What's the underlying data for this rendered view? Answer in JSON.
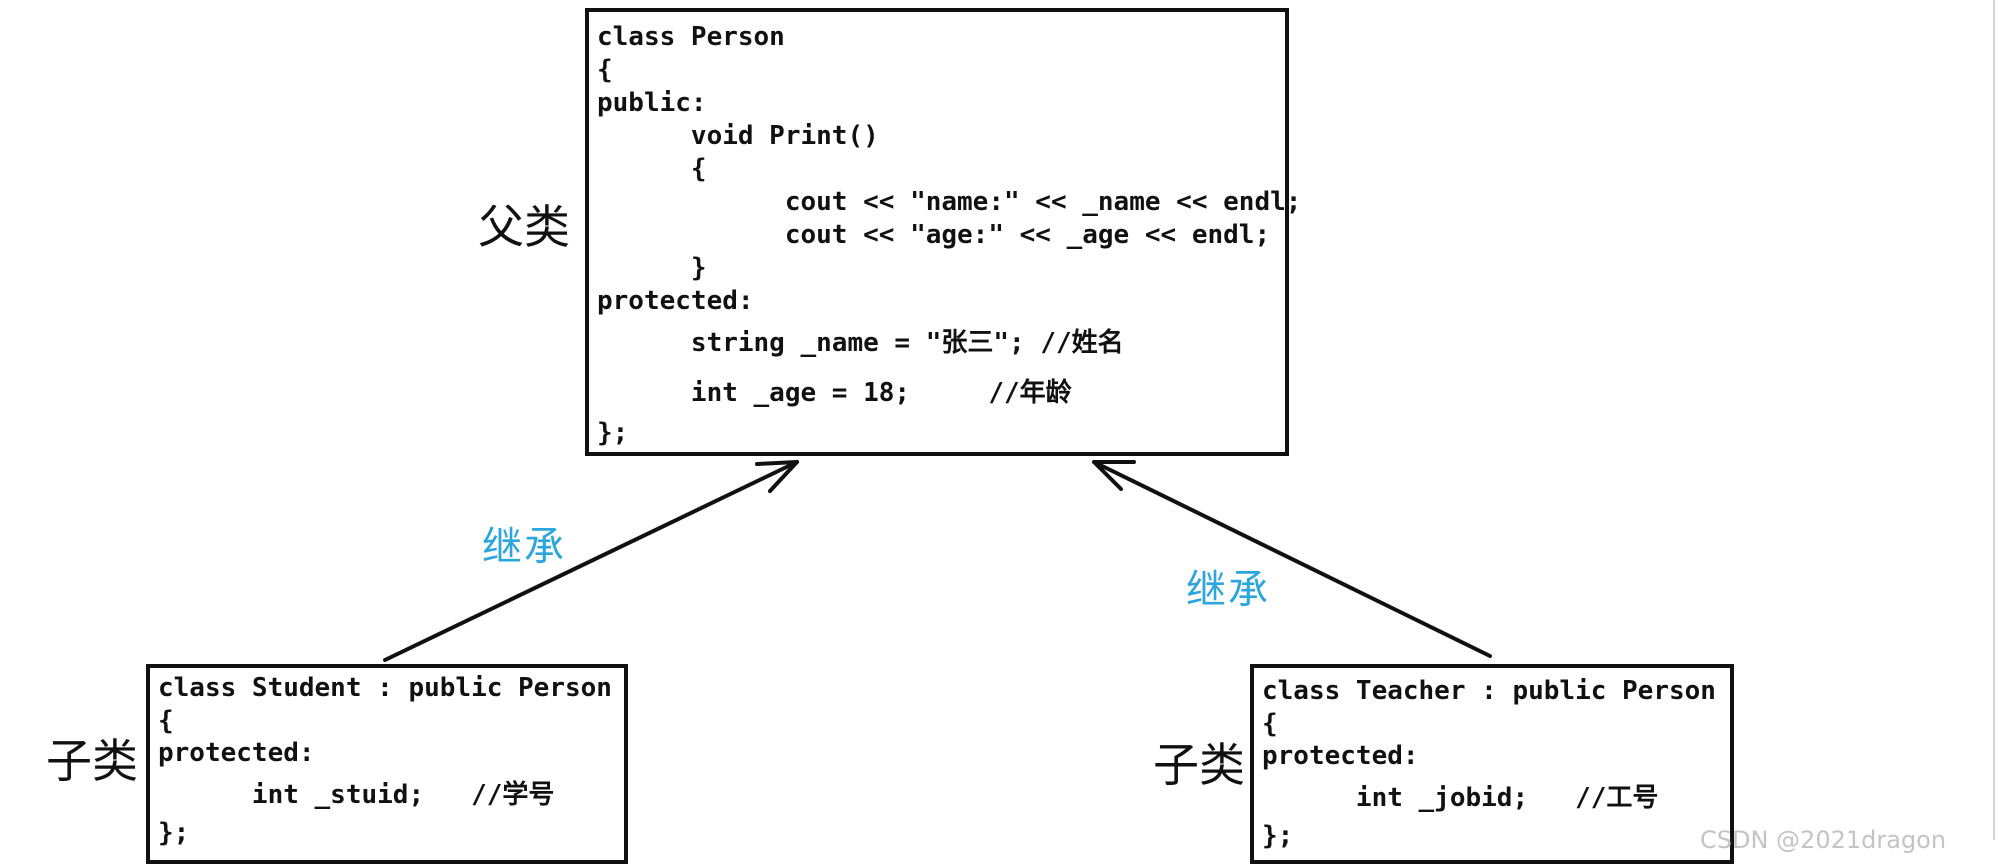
{
  "parent": {
    "role_label": "父类",
    "lines": [
      "class Person",
      "{",
      "public:",
      "      void Print()",
      "      {",
      "            cout << \"name:\" << _name << endl;",
      "            cout << \"age:\" << _age << endl;",
      "      }",
      "protected:",
      "      string _name = \"张三\"; //姓名",
      "      int _age = 18;     //年龄",
      "};"
    ]
  },
  "children": [
    {
      "role_label": "子类",
      "lines": [
        "class Student : public Person",
        "{",
        "protected:",
        "      int _stuid;   //学号",
        "};"
      ]
    },
    {
      "role_label": "子类",
      "lines": [
        "class Teacher : public Person",
        "{",
        "protected:",
        "      int _jobid;   //工号",
        "};"
      ]
    }
  ],
  "edges": [
    {
      "from": "Student",
      "to": "Person",
      "label": "继承"
    },
    {
      "from": "Teacher",
      "to": "Person",
      "label": "继承"
    }
  ],
  "watermark": "CSDN @2021dragon"
}
